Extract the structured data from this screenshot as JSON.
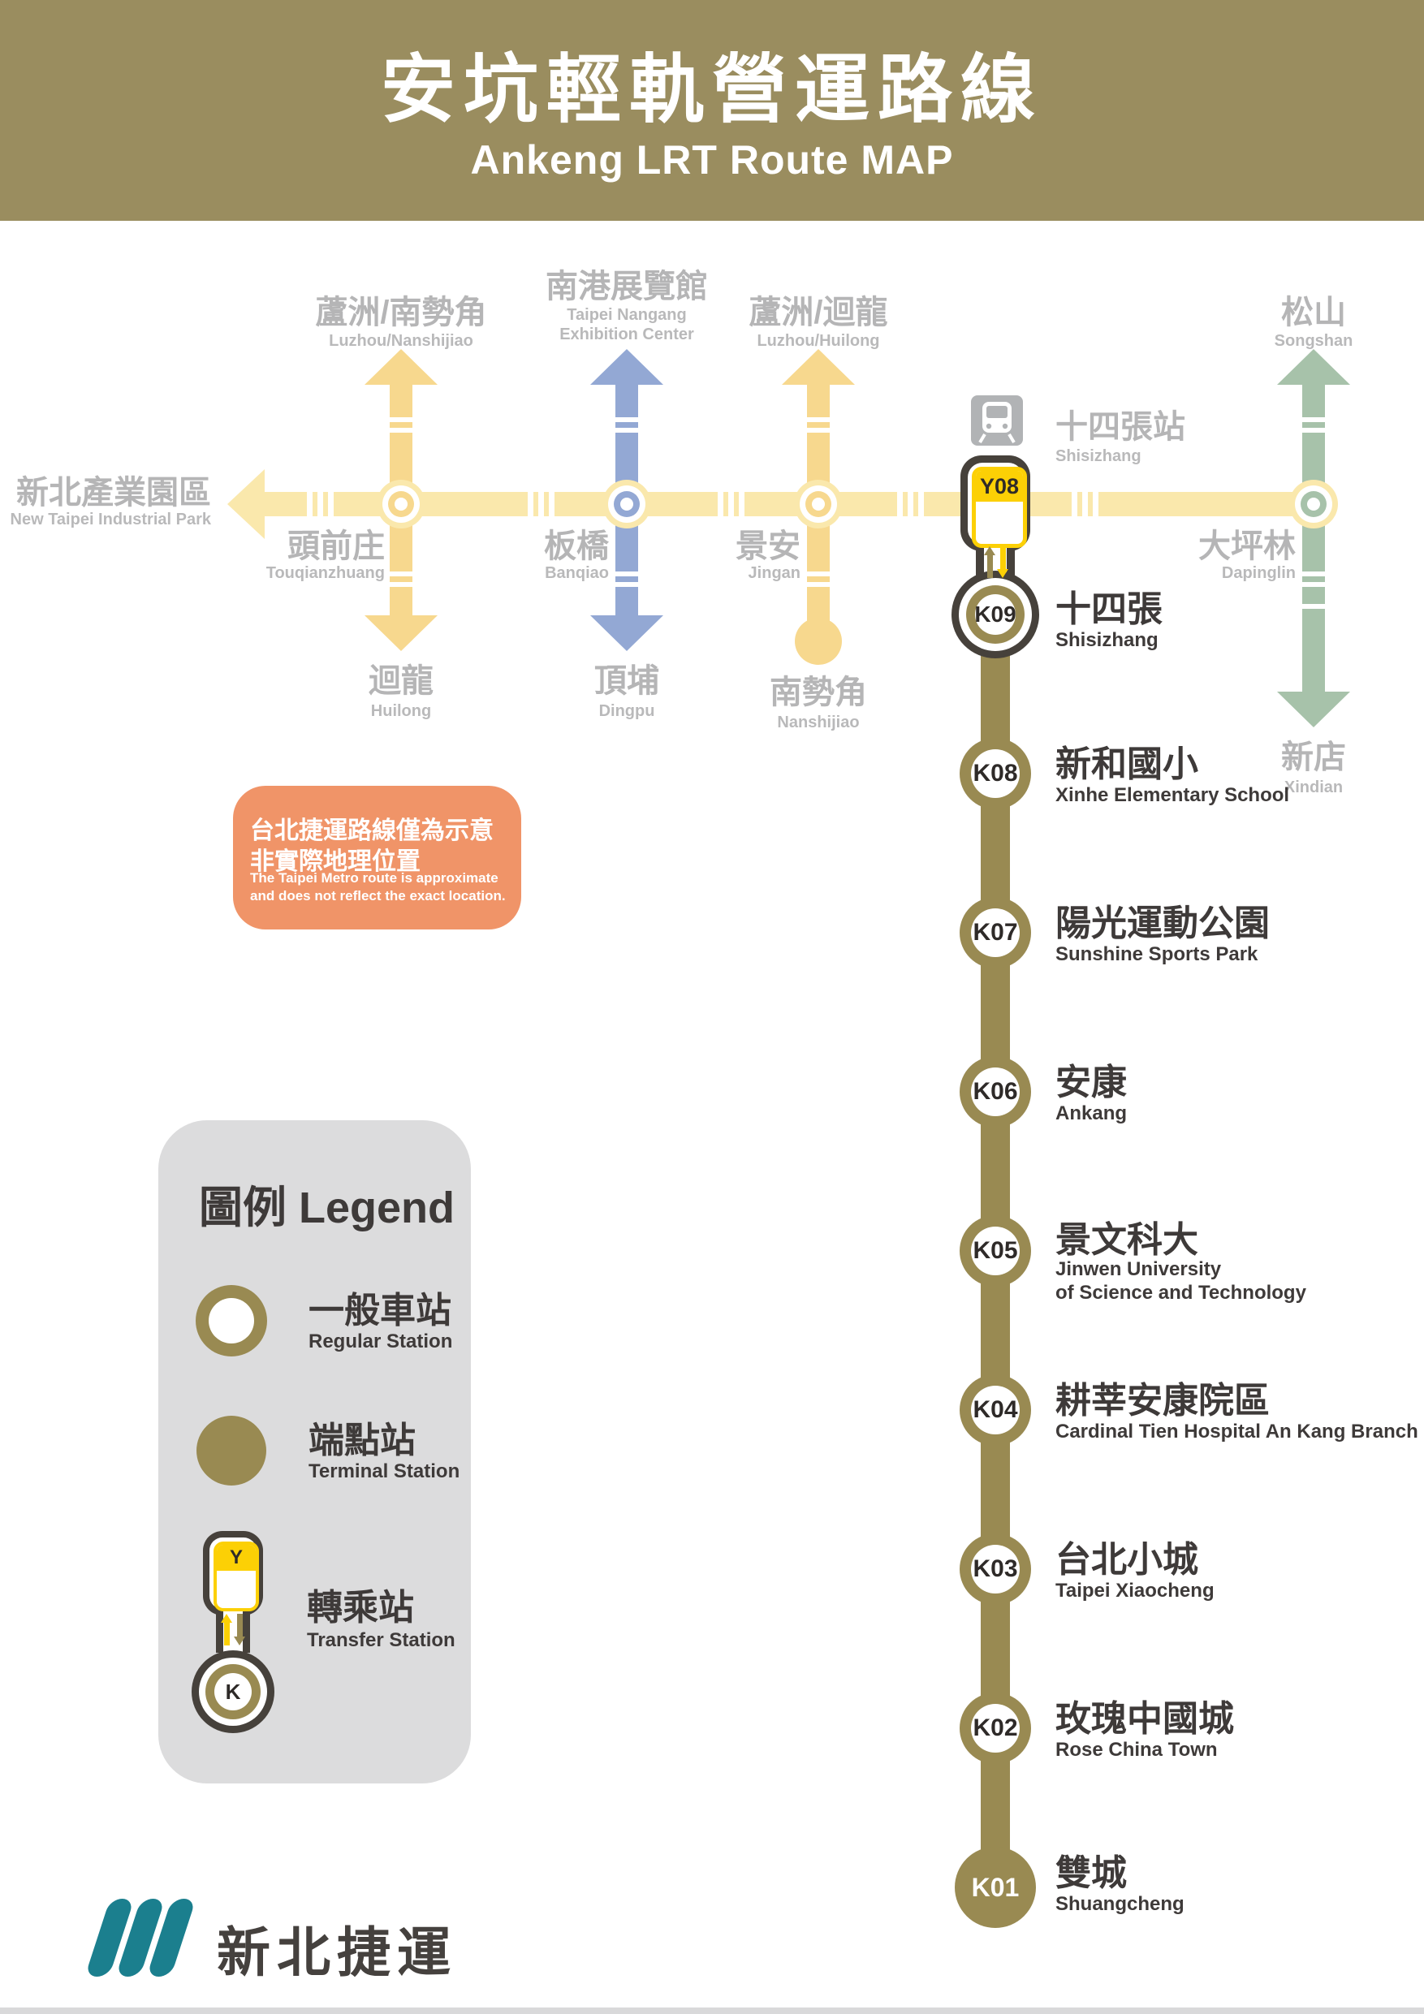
{
  "header": {
    "title_zh": "安坑輕軌營運路線",
    "title_en": "Ankeng LRT Route MAP"
  },
  "colors": {
    "header_olive": "#9a8d5f",
    "lrt_olive": "#998a52",
    "circular_line_yellow": "#fae8ac",
    "zhonghe_xinlu_yellow": "#f7d88e",
    "bannan_blue": "#93a8d4",
    "songshan_xindian_green": "#a7c2aa",
    "transfer_badge_yellow": "#fcd005",
    "transfer_outline_dark": "#46413b",
    "note_salmon": "#f09468",
    "legend_gray": "#dcdcdd",
    "label_gray": "#b5b5b6",
    "label_dark": "#3e3a39",
    "brand_teal": "#1b7f8e"
  },
  "metro": {
    "west_terminus": {
      "zh": "新北產業園區",
      "en": "New Taipei Industrial Park"
    },
    "crossings": [
      {
        "zh": "頭前庄",
        "en": "Touqianzhuang",
        "north_zh": "蘆洲/南勢角",
        "north_en": "Luzhou/Nanshijiao",
        "south_zh": "迴龍",
        "south_en": "Huilong"
      },
      {
        "zh": "板橋",
        "en": "Banqiao",
        "north_zh": "南港展覽館",
        "north_en_1": "Taipei Nangang",
        "north_en_2": "Exhibition Center",
        "south_zh": "頂埔",
        "south_en": "Dingpu"
      },
      {
        "zh": "景安",
        "en": "Jingan",
        "north_zh": "蘆洲/迴龍",
        "north_en": "Luzhou/Huilong",
        "south_zh": "南勢角",
        "south_en": "Nanshijiao"
      },
      {
        "zh": "大坪林",
        "en": "Dapinglin",
        "north_zh": "松山",
        "north_en": "Songshan",
        "south_zh": "新店",
        "south_en": "Xindian"
      }
    ],
    "transfer_metro_station": {
      "code": "Y08",
      "zh": "十四張站",
      "en": "Shisizhang"
    }
  },
  "lrt": {
    "stations": [
      {
        "code": "K09",
        "zh": "十四張",
        "en": "Shisizhang"
      },
      {
        "code": "K08",
        "zh": "新和國小",
        "en": "Xinhe Elementary School"
      },
      {
        "code": "K07",
        "zh": "陽光運動公園",
        "en": "Sunshine Sports Park"
      },
      {
        "code": "K06",
        "zh": "安康",
        "en": "Ankang"
      },
      {
        "code": "K05",
        "zh": "景文科大",
        "en_1": "Jinwen University",
        "en_2": "of Science and Technology"
      },
      {
        "code": "K04",
        "zh": "耕莘安康院區",
        "en": "Cardinal Tien Hospital An Kang Branch"
      },
      {
        "code": "K03",
        "zh": "台北小城",
        "en": "Taipei Xiaocheng"
      },
      {
        "code": "K02",
        "zh": "玫瑰中國城",
        "en": "Rose China Town"
      },
      {
        "code": "K01",
        "zh": "雙城",
        "en": "Shuangcheng"
      }
    ]
  },
  "note": {
    "zh_1": "台北捷運路線僅為示意",
    "zh_2": "非實際地理位置",
    "en_1": "The Taipei Metro route is approximate",
    "en_2": "and does not reflect the exact location."
  },
  "legend": {
    "title": "圖例 Legend",
    "regular": {
      "zh": "一般車站",
      "en": "Regular Station"
    },
    "terminal": {
      "zh": "端點站",
      "en": "Terminal Station"
    },
    "transfer": {
      "zh": "轉乘站",
      "en": "Transfer Station",
      "y_label": "Y",
      "k_label": "K"
    }
  },
  "footer": {
    "brand_zh": "新北捷運"
  }
}
